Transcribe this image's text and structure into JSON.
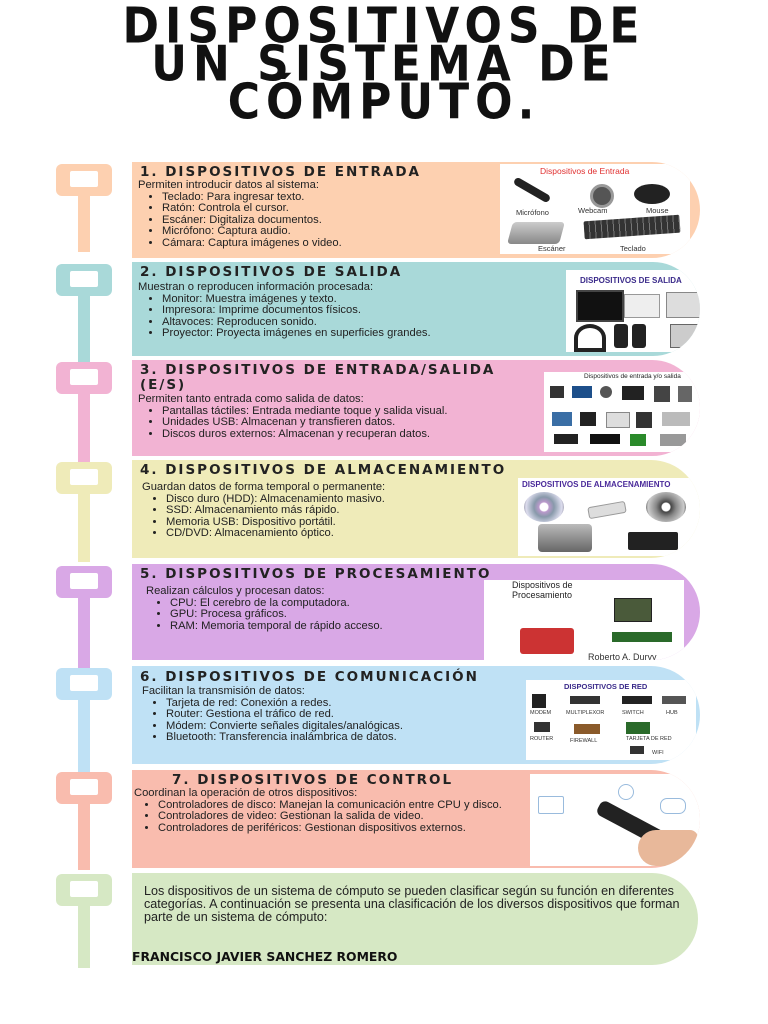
{
  "title": {
    "line1": "DISPOSITIVOS DE",
    "line2": "UN SISTEMA DE",
    "line3": "CÓMPUTO."
  },
  "colors": {
    "orange": "#fdd0b0",
    "teal": "#a9d9d9",
    "pink": "#f2b3d3",
    "yellow": "#efebb9",
    "purple": "#d9a8e6",
    "blue": "#bfe1f5",
    "salmon": "#f9bcae",
    "green": "#d6e8c4"
  },
  "sections": [
    {
      "title": "1. DISPOSITIVOS DE ENTRADA",
      "intro": "Permiten introducir datos al sistema:",
      "items": [
        "Teclado: Para ingresar texto.",
        "Ratón: Controla el cursor.",
        "Escáner: Digitaliza documentos.",
        "Micrófono: Captura audio.",
        "Cámara: Captura imágenes o video."
      ],
      "image": {
        "title": "Dispositivos de Entrada",
        "labels": [
          "Micrófono",
          "Webcam",
          "Mouse",
          "Escáner",
          "Teclado"
        ]
      }
    },
    {
      "title": "2. DISPOSITIVOS DE SALIDA",
      "intro": "Muestran o reproducen información procesada:",
      "items": [
        "Monitor: Muestra imágenes y texto.",
        "Impresora: Imprime documentos físicos.",
        "Altavoces: Reproducen sonido.",
        "Proyector: Proyecta imágenes en superficies grandes."
      ],
      "image": {
        "title": "DISPOSITIVOS DE SALIDA"
      }
    },
    {
      "title": "3. DISPOSITIVOS DE ENTRADA/SALIDA",
      "title2": "(E/S)",
      "intro": "Permiten tanto entrada como salida de datos:",
      "items": [
        "Pantallas táctiles: Entrada mediante toque y salida visual.",
        "Unidades USB: Almacenan y transfieren datos.",
        "Discos duros externos: Almacenan y recuperan datos."
      ],
      "image": {
        "title": "Dispositivos de entrada y/o salida"
      }
    },
    {
      "title": "4. DISPOSITIVOS DE ALMACENAMIENTO",
      "intro": "Guardan datos de forma temporal o permanente:",
      "items": [
        "Disco duro (HDD): Almacenamiento masivo.",
        "SSD: Almacenamiento más rápido.",
        "Memoria USB: Dispositivo portátil.",
        "CD/DVD: Almacenamiento óptico."
      ],
      "image": {
        "title": "DISPOSITIVOS DE ALMACENAMIENTO"
      }
    },
    {
      "title": "5. DISPOSITIVOS DE PROCESAMIENTO",
      "intro": "Realizan cálculos y procesan datos:",
      "items": [
        "CPU: El cerebro de la computadora.",
        "GPU: Procesa gráficos.",
        "RAM: Memoria temporal de rápido acceso."
      ],
      "image": {
        "title": "Dispositivos de Procesamiento",
        "caption": "Roberto A. Duryy"
      }
    },
    {
      "title": "6. DISPOSITIVOS DE COMUNICACIÓN",
      "intro": "Facilitan la transmisión de datos:",
      "items": [
        "Tarjeta de red: Conexión a redes.",
        "Router: Gestiona el tráfico de red.",
        "Módem: Convierte señales digitales/analógicas.",
        "Bluetooth: Transferencia inalámbrica de datos."
      ],
      "image": {
        "title": "DISPOSITIVOS DE RED",
        "labels": [
          "MODEM",
          "MULTIPLEXOR",
          "SWITCH",
          "HUB",
          "ROUTER",
          "FIREWALL",
          "TARJETA DE RED",
          "WIFI"
        ]
      }
    },
    {
      "title": "7. DISPOSITIVOS DE CONTROL",
      "intro": "Coordinan la operación de otros dispositivos:",
      "items": [
        "Controladores de disco: Manejan la comunicación entre CPU y disco.",
        "Controladores de video: Gestionan la salida de video.",
        "Controladores de periféricos: Gestionan dispositivos externos."
      ]
    }
  ],
  "closing": {
    "text": "Los dispositivos de un sistema de cómputo se pueden clasificar según su función en diferentes categorías. A continuación se presenta una clasificación de los diversos dispositivos que forman parte de un sistema de cómputo:",
    "author": "FRANCISCO JAVIER SANCHEZ ROMERO"
  }
}
